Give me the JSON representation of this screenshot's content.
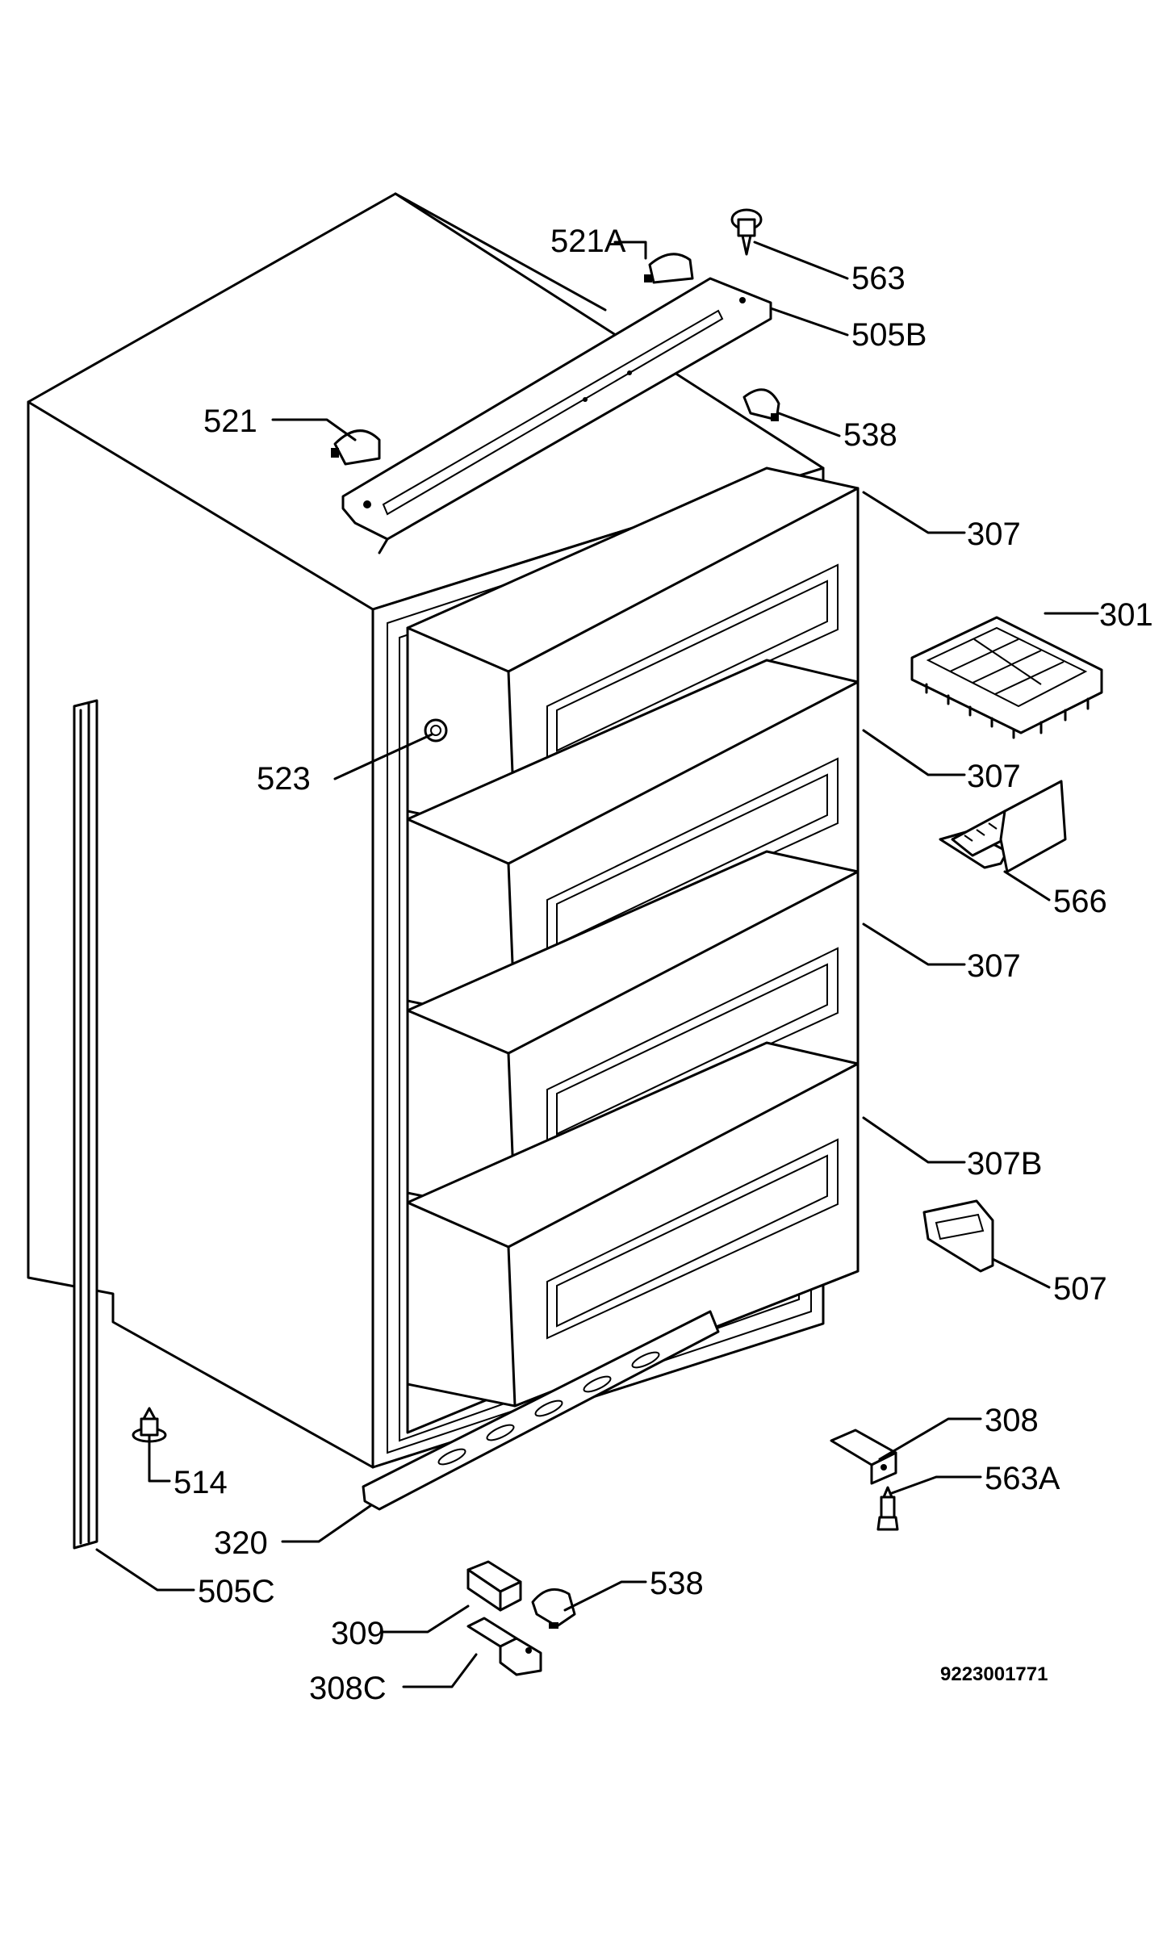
{
  "diagram": {
    "serial_number": "9223001771",
    "labels": {
      "p521A": "521A",
      "p563": "563",
      "p505B": "505B",
      "p521": "521",
      "p538top": "538",
      "p307a": "307",
      "p301": "301",
      "p523": "523",
      "p307b": "307",
      "p566": "566",
      "p307c": "307",
      "p307B": "307B",
      "p507": "507",
      "p308": "308",
      "p514": "514",
      "p563A": "563A",
      "p320": "320",
      "p505C": "505C",
      "p538bot": "538",
      "p309": "309",
      "p308C": "308C"
    }
  }
}
